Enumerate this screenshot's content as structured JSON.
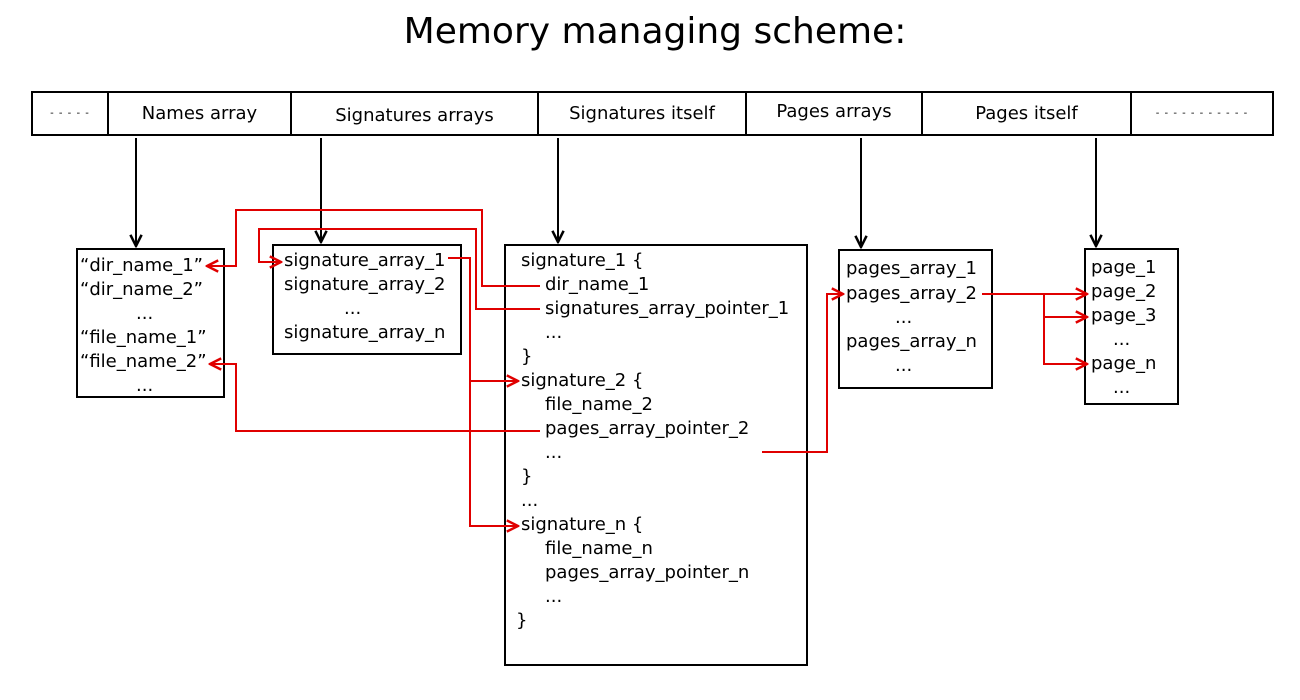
{
  "title": "Memory managing scheme:",
  "memory_strip": [
    {
      "label": "- - - - -"
    },
    {
      "label": "Names array"
    },
    {
      "label": "Signatures arrays"
    },
    {
      "label": "Signatures itself"
    },
    {
      "label": "Pages arrays"
    },
    {
      "label": "Pages itself"
    },
    {
      "label": "- - - - - - - - - - -"
    }
  ],
  "names_box": {
    "lines": [
      "“dir_name_1”",
      "“dir_name_2”",
      "...",
      "“file_name_1”",
      "“file_name_2”",
      "..."
    ]
  },
  "signature_arrays_box": {
    "lines": [
      "signature_array_1",
      "signature_array_2",
      "...",
      "signature_array_n"
    ]
  },
  "signatures_box": {
    "lines": [
      "signature_1 {",
      "dir_name_1",
      "signatures_array_pointer_1",
      "...",
      "}",
      "signature_2 {",
      "file_name_2",
      "pages_array_pointer_2",
      "...",
      "}",
      "...",
      "signature_n {",
      "file_name_n",
      "pages_array_pointer_n",
      "...",
      "}"
    ]
  },
  "pages_arrays_box": {
    "lines": [
      "pages_array_1",
      "pages_array_2",
      "...",
      "pages_array_n",
      "..."
    ]
  },
  "pages_box": {
    "lines": [
      "page_1",
      "page_2",
      "page_3",
      "...",
      "page_n",
      "..."
    ]
  },
  "colors": {
    "structure": "#000000",
    "pointer_arrows": "#e00000"
  }
}
